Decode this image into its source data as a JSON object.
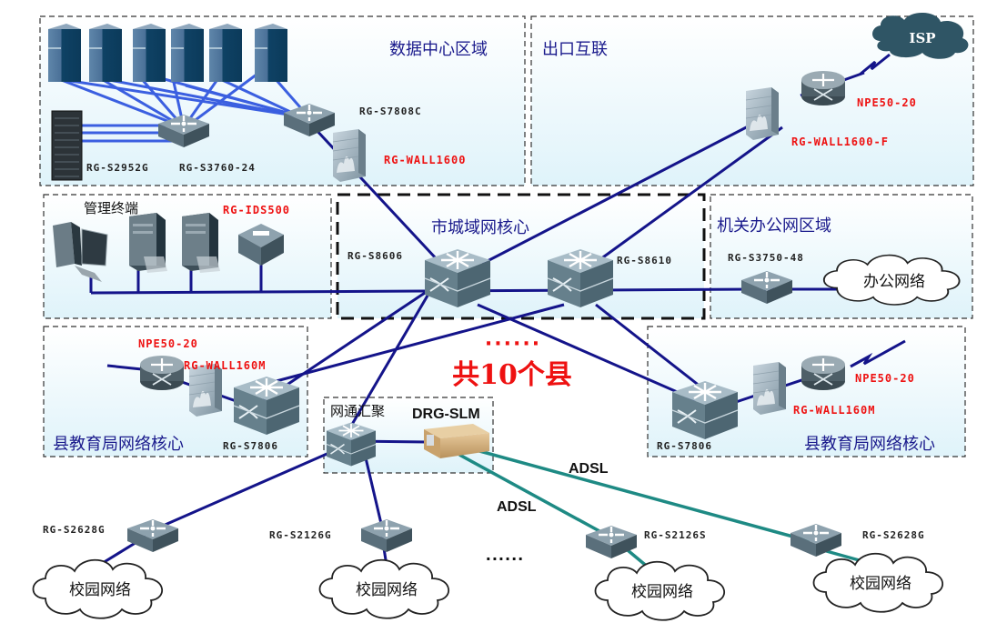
{
  "title": "市城域网拓扑结构图",
  "regions": {
    "data_center": "数据中心区域",
    "exit": "出口互联",
    "management": "管理终端",
    "core": "市城域网核心",
    "office": "机关办公网区域",
    "county_left": "县教育局网络核心",
    "county_right": "县教育局网络核心",
    "aggregation": "网通汇聚"
  },
  "devices": {
    "dc_storage": "RG-S2952G",
    "dc_access_switch": "RG-S3760-24",
    "dc_agg_switch": "RG-S7808C",
    "dc_firewall": "RG-WALL1600",
    "exit_router": "NPE50-20",
    "exit_firewall": "RG-WALL1600-F",
    "isp": "ISP",
    "mgmt_ids": "RG-IDS500",
    "core_left": "RG-S8606",
    "core_right": "RG-S8610",
    "office_switch": "RG-S3750-48",
    "office_cloud": "办公网络",
    "county_left_router": "NPE50-20",
    "county_left_firewall": "RG-WALL160M",
    "county_left_switch": "RG-S7806",
    "county_right_router": "NPE50-20",
    "county_right_firewall": "RG-WALL160M",
    "county_right_switch": "RG-S7806",
    "drg": "DRG-SLM",
    "school1_switch": "RG-S2628G",
    "school2_switch": "RG-S2126G",
    "school3_switch": "RG-S2126S",
    "school4_switch": "RG-S2628G"
  },
  "annotations": {
    "dots_top": "······",
    "county_count": "共10个县",
    "dots_bottom": "······",
    "adsl_1": "ADSL",
    "adsl_2": "ADSL"
  },
  "clouds": {
    "campus": "校园网络"
  },
  "colors": {
    "region_text": "#1a1a8c",
    "model_red": "#ee1111",
    "link": "#14148a",
    "dc_link": "#3b5fe0",
    "adsl_link": "#1e8a84"
  }
}
